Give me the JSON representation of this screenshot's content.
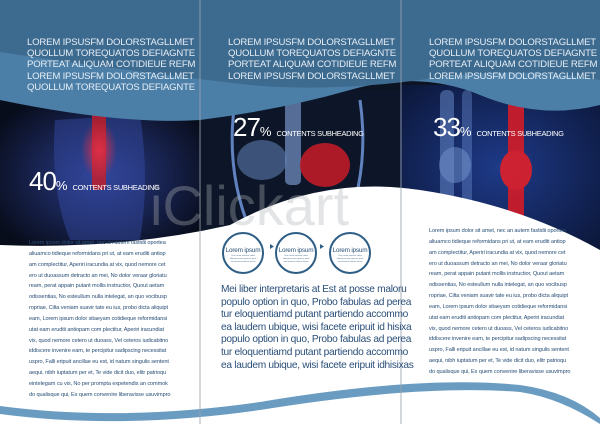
{
  "panels": [
    {
      "heading": [
        "LOREM IPSUSFM DOLORSTAGLLMET",
        "QUOLLUM TOREQUATOS DEFIAGNTE",
        "PORTEAT ALIQUAM COTIDIEUE REFM",
        "LOREM IPSUSFM DOLORSTAGLLMET",
        "QUOLLUM TOREQUATOS DEFIAGNTE"
      ],
      "stat": {
        "value": "40",
        "unit": "%",
        "label": "CONTENTS SUBHEADING"
      },
      "body": [
        "Lorem ipsum dolor sit amet, nec an autem fastidii oportea",
        "aliuamco tidieque reformidans pri ut, at eam eruditi antiop",
        "am complectitur, Aperiri iracundia at vix, quod nemore cet",
        "ero ut duoassum detracto an mei, No dolor veraar gloriatu",
        "ream, perat appain putant mollis instructior, Quout aetam",
        "odissentias, No esteullum nulla intelegat, an quo vocibusp",
        "ropriae, Cilta veniam suavir tate eu ius, probo dicta aliquipt",
        "eam, Lorem ipsum dolor sitaeyam cotidieque reformidansi",
        "utat eam eruditi antiopam com plectitur, Aperiri iracundiat",
        "vix, quod nemore cetero ut duoass, Vel ceteros iudicabitno",
        "iddiscere invenire eam, te percipitur sadipscing necessitat",
        "uspro, Falli eripuit ancillae eu est, id natum singulis sentent",
        "aequi, nibh iuptatum per et, Te vide dicit duo, elitr patrioqu",
        "eintelegam cu vis, No per prompta expetendis an commok",
        "do qualisque qui, Ex quem convenire liberavisse usuvimpro"
      ]
    },
    {
      "heading": [
        "LOREM IPSUSFM DOLORSTAGLLMET",
        "QUOLLUM TOREQUATOS DEFIAGNTE",
        "PORTEAT ALIQUAM COTIDIEUE REFM",
        "LOREM IPSUSFM DOLORSTAGLLMET"
      ],
      "stat": {
        "value": "27",
        "unit": "%",
        "label": "CONTENTS SUBHEADING"
      },
      "steps": [
        {
          "title": "Lorem ipsum",
          "text": "Usu unum aeterno soluti aliamit persius graecis perti unt loveniat utamur iteam"
        },
        {
          "title": "Lorem ipsum",
          "text": "Usu unum aeterno soluti aliamit persius graecis perti unt loveniat utamur iteam"
        },
        {
          "title": "Lorem ipsum",
          "text": "Usu unum aeterno soluti aliamit persius graecis perti unt loveniat utamur iteam"
        }
      ],
      "body": [
        "Mei liber interpretaris at Est at posse maloru",
        "populo option in quo, Probo fabulas ad perea",
        "tur eloquentiamd putant partiendo accommo",
        "ea laudem ubique, wisi facete eripuit id hisixa",
        "populo option in quo, Probo fabulas ad perea",
        "tur eloquentiamd putant partiendo accommo",
        "ea laudem ubique, wisi facete eripuit idhisixas"
      ]
    },
    {
      "heading": [
        "LOREM IPSUSFM DOLORSTAGLLMET",
        "QUOLLUM TOREQUATOS DEFIAGNTE",
        "PORTEAT ALIQUAM COTIDIEUE REFM",
        "LOREM IPSUSFM DOLORSTAGLLMET"
      ],
      "stat": {
        "value": "33",
        "unit": "%",
        "label": "CONTENTS SUBHEADING"
      },
      "body": [
        "Lorem ipsum dolor sit amet, nec an autem fastidii oportea",
        "aliuamco tidieque reformidans pri ut, at eam eruditi antiop",
        "am complectitur, Aperiri iracundia at vix, quod nemore cet",
        "ero ut duoassum detracto an mei, No dolor veraar gloriatu",
        "ream, perat appain putant mollis instructior, Quout aetam",
        "odissentias, No esteullum nulla intelegat, an quo vocibusp",
        "ropriae, Cilta veniam suavir tate eu ius, probo dicta aliquipt",
        "eam, Lorem ipsum dolor sitaeyam cotidieque reformidansi",
        "utat eam eruditi antiopam com plectitur, Aperiri iracundiat",
        "vix, quod nemore cetero ut duoass, Vel ceteros iudicabitno",
        "iddiscere invenire eam, te percipitur sadipscing necessitat",
        "uspro, Falli eripuit ancillae eu est, id natum singulis sentent",
        "aequi, nibh iuptatum per et, Te vide dicit duo, elitr patrioqu",
        "do qualisque qui, Ex quem convenire liberavisse usuvimpro"
      ]
    }
  ],
  "colors": {
    "header_blue": "#3d6a8f",
    "wave_blue": "#4c7fa8",
    "text_blue": "#2a4f78",
    "xray_red": "#e0202a"
  }
}
